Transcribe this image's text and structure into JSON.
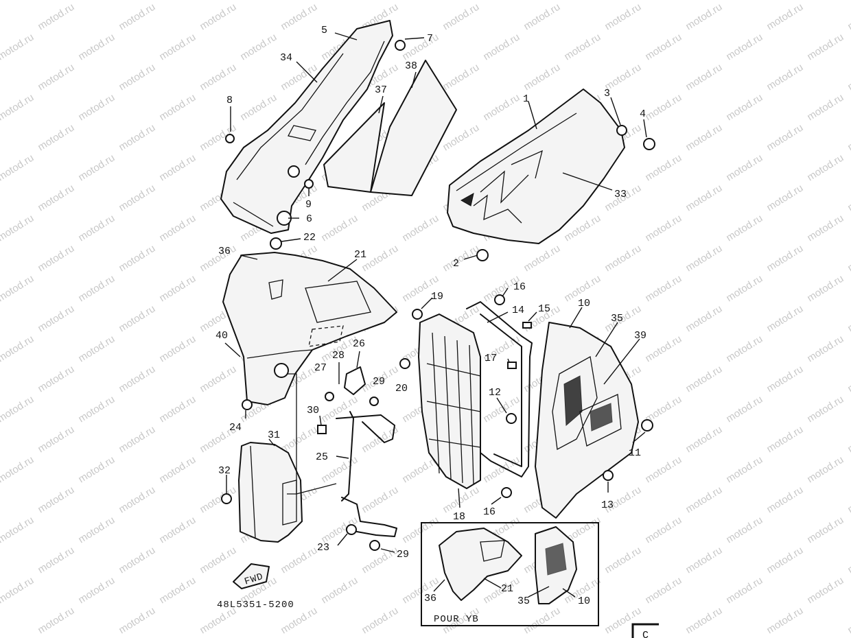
{
  "watermark": {
    "text": "motod.ru"
  },
  "diagram": {
    "part_number_code": "48L5351-5200",
    "inset_caption": "POUR YB",
    "fwd_label": "FWD",
    "corner_mark": "C",
    "callouts": [
      {
        "id": "c5",
        "label": "5"
      },
      {
        "id": "c7",
        "label": "7"
      },
      {
        "id": "c34",
        "label": "34"
      },
      {
        "id": "c38",
        "label": "38"
      },
      {
        "id": "c37",
        "label": "37"
      },
      {
        "id": "c8",
        "label": "8"
      },
      {
        "id": "c9",
        "label": "9"
      },
      {
        "id": "c6",
        "label": "6"
      },
      {
        "id": "c22",
        "label": "22"
      },
      {
        "id": "c1",
        "label": "1"
      },
      {
        "id": "c3",
        "label": "3"
      },
      {
        "id": "c4",
        "label": "4"
      },
      {
        "id": "c33",
        "label": "33"
      },
      {
        "id": "c2",
        "label": "2"
      },
      {
        "id": "c36",
        "label": "36"
      },
      {
        "id": "c21",
        "label": "21"
      },
      {
        "id": "c16a",
        "label": "16"
      },
      {
        "id": "c19",
        "label": "19"
      },
      {
        "id": "c14",
        "label": "14"
      },
      {
        "id": "c15",
        "label": "15"
      },
      {
        "id": "c10",
        "label": "10"
      },
      {
        "id": "c35",
        "label": "35"
      },
      {
        "id": "c39",
        "label": "39"
      },
      {
        "id": "c40",
        "label": "40"
      },
      {
        "id": "c26",
        "label": "26"
      },
      {
        "id": "c28",
        "label": "28"
      },
      {
        "id": "c27",
        "label": "27"
      },
      {
        "id": "c29a",
        "label": "29"
      },
      {
        "id": "c20",
        "label": "20"
      },
      {
        "id": "c17",
        "label": "17"
      },
      {
        "id": "c12",
        "label": "12"
      },
      {
        "id": "c11",
        "label": "11"
      },
      {
        "id": "c24",
        "label": "24"
      },
      {
        "id": "c30",
        "label": "30"
      },
      {
        "id": "c31",
        "label": "31"
      },
      {
        "id": "c25",
        "label": "25"
      },
      {
        "id": "c32",
        "label": "32"
      },
      {
        "id": "c13",
        "label": "13"
      },
      {
        "id": "c16b",
        "label": "16"
      },
      {
        "id": "c18",
        "label": "18"
      },
      {
        "id": "c23",
        "label": "23"
      },
      {
        "id": "c29b",
        "label": "29"
      },
      {
        "id": "c36i",
        "label": "36"
      },
      {
        "id": "c21i",
        "label": "21"
      },
      {
        "id": "c35i",
        "label": "35"
      },
      {
        "id": "c10i",
        "label": "10"
      }
    ]
  }
}
